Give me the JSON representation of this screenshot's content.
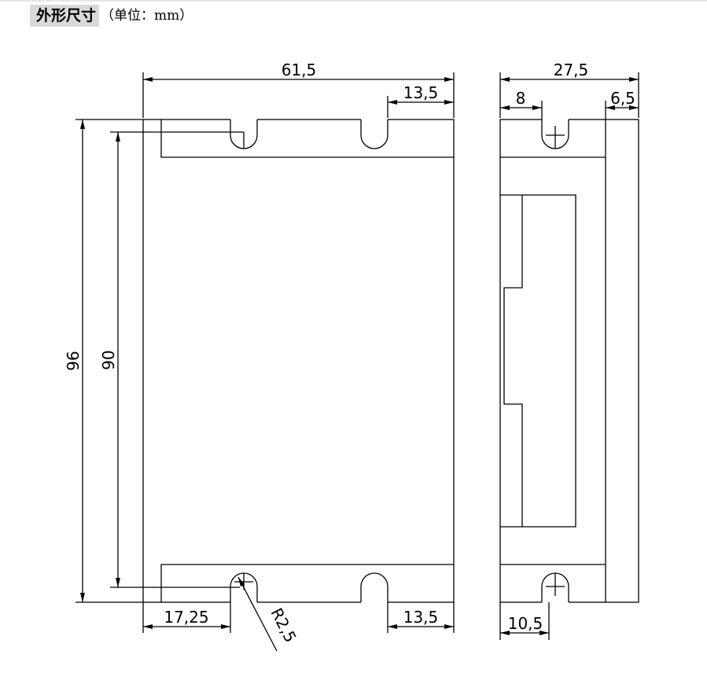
{
  "heading": {
    "title": "外形尺寸",
    "unit": "（单位：mm）"
  },
  "front_view": {
    "dims": {
      "width": "61,5",
      "top_slot_offset": "13,5",
      "height_outer": "96",
      "height_inner": "90",
      "bottom_left_offset": "17,25",
      "bottom_right_offset": "13,5",
      "radius": "R2,5"
    }
  },
  "side_view": {
    "dims": {
      "width": "27,5",
      "left_offset": "8",
      "right_offset": "6,5",
      "bottom_offset": "10,5"
    }
  }
}
